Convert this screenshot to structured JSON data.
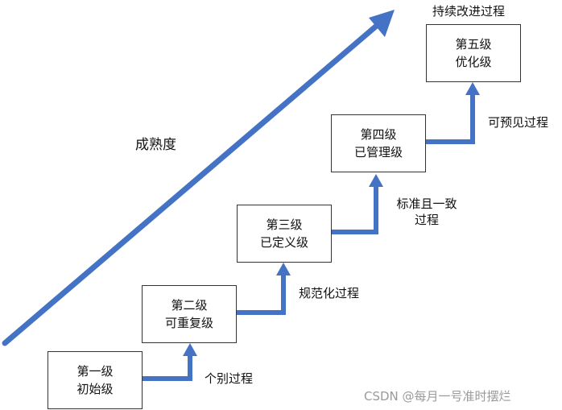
{
  "diagram": {
    "title": "持续改进过程",
    "axis_label": "成熟度",
    "levels": [
      {
        "name": "第一级",
        "desc": "初始级"
      },
      {
        "name": "第二级",
        "desc": "可重复级"
      },
      {
        "name": "第三级",
        "desc": "已定义级"
      },
      {
        "name": "第四级",
        "desc": "已管理级"
      },
      {
        "name": "第五级",
        "desc": "优化级"
      }
    ],
    "transitions": [
      {
        "lines": [
          "个别过程"
        ]
      },
      {
        "lines": [
          "规范化过程"
        ]
      },
      {
        "lines": [
          "标准且一致",
          "过程"
        ]
      },
      {
        "lines": [
          "可预见过程"
        ]
      }
    ],
    "arrow_color": "#4472c4"
  },
  "watermark": "CSDN @每月一号准时摆烂"
}
